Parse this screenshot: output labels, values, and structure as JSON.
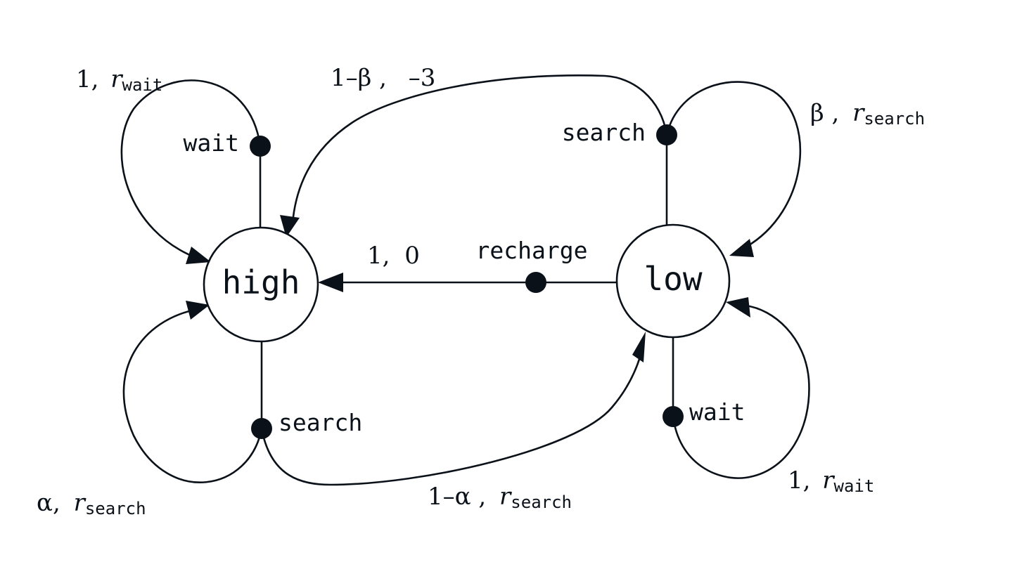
{
  "diagram": {
    "colors": {
      "ink": "#0b1119",
      "background": "#ffffff"
    },
    "states": {
      "high": "high",
      "low": "low"
    },
    "actions": {
      "high_wait": "wait",
      "high_search": "search",
      "low_search": "search",
      "low_wait": "wait",
      "low_recharge": "recharge"
    },
    "transitions": {
      "high_wait_self": {
        "prob": "1,",
        "r": "r",
        "sub": "wait"
      },
      "high_search_self": {
        "prob": "α,",
        "r": "r",
        "sub": "search"
      },
      "high_search_to_low": {
        "prob": "1–α ,",
        "r": "r",
        "sub": "search"
      },
      "low_search_to_high": {
        "prob": "1–β ,",
        "reward": "–3"
      },
      "low_search_self": {
        "prob": "β ,",
        "r": "r",
        "sub": "search"
      },
      "low_wait_self": {
        "prob": "1,",
        "r": "r",
        "sub": "wait"
      },
      "low_recharge_to_high": {
        "prob": "1,",
        "reward": "0"
      }
    }
  }
}
